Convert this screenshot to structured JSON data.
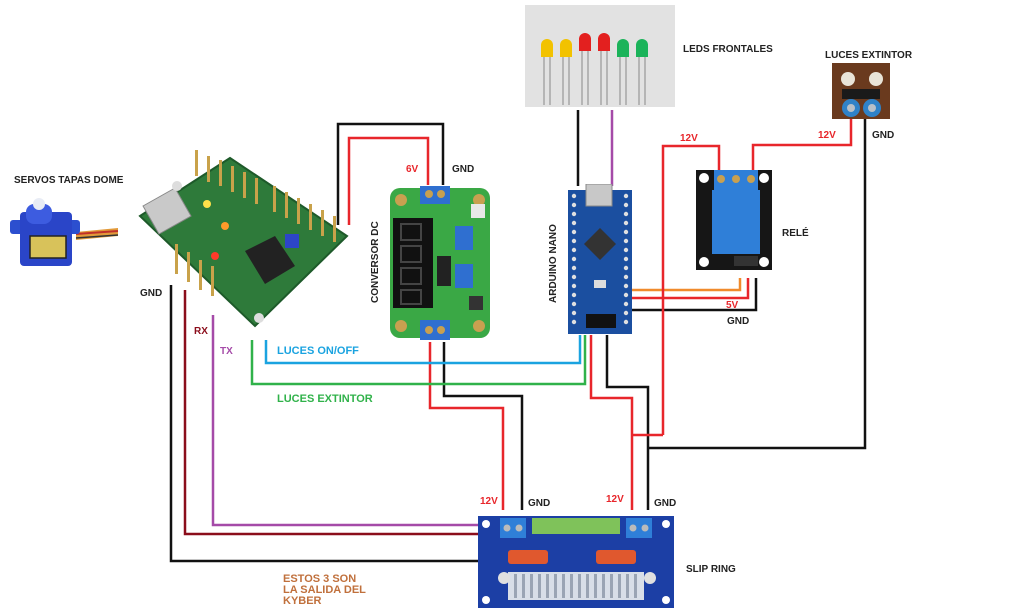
{
  "components": {
    "servo": {
      "label": "SERVOS TAPAS DOME"
    },
    "leds": {
      "label": "LEDS FRONTALES",
      "colors": [
        "#f2c200",
        "#f2c200",
        "#e3201f",
        "#e3201f",
        "#1bb35a",
        "#1bb35a"
      ]
    },
    "luces_extintor": {
      "label": "LUCES EXTINTOR"
    },
    "conversor": {
      "label": "CONVERSOR DC"
    },
    "arduino": {
      "label": "ARDUINO NANO"
    },
    "rele": {
      "label": "RELÉ"
    },
    "slip_ring": {
      "label": "SLIP RING"
    },
    "maestro": {
      "label": ""
    }
  },
  "wire_labels": {
    "conv_6v": "6V",
    "conv_gnd": "GND",
    "rele_12v_a": "12V",
    "rele_12v_b": "12V",
    "extintor_gnd": "GND",
    "rele_5v": "5V",
    "rele_gnd": "GND",
    "maestro_gnd": "GND",
    "rx": "RX",
    "tx": "TX",
    "luces_onoff": "LUCES ON/OFF",
    "luces_extintor": "LUCES EXTINTOR",
    "slip_12v_a": "12V",
    "slip_gnd_a": "GND",
    "slip_12v_b": "12V",
    "slip_gnd_b": "GND"
  },
  "note": {
    "line1": "ESTOS 3 SON",
    "line2": "LA SALIDA DEL",
    "line3": "KYBER"
  },
  "colors": {
    "power": "#e8262b",
    "ground": "#111111",
    "rx": "#8b0d1b",
    "tx": "#a54aa8",
    "onoff": "#1aa3e0",
    "extintor": "#30b24a",
    "signal": "#f08a2c"
  }
}
